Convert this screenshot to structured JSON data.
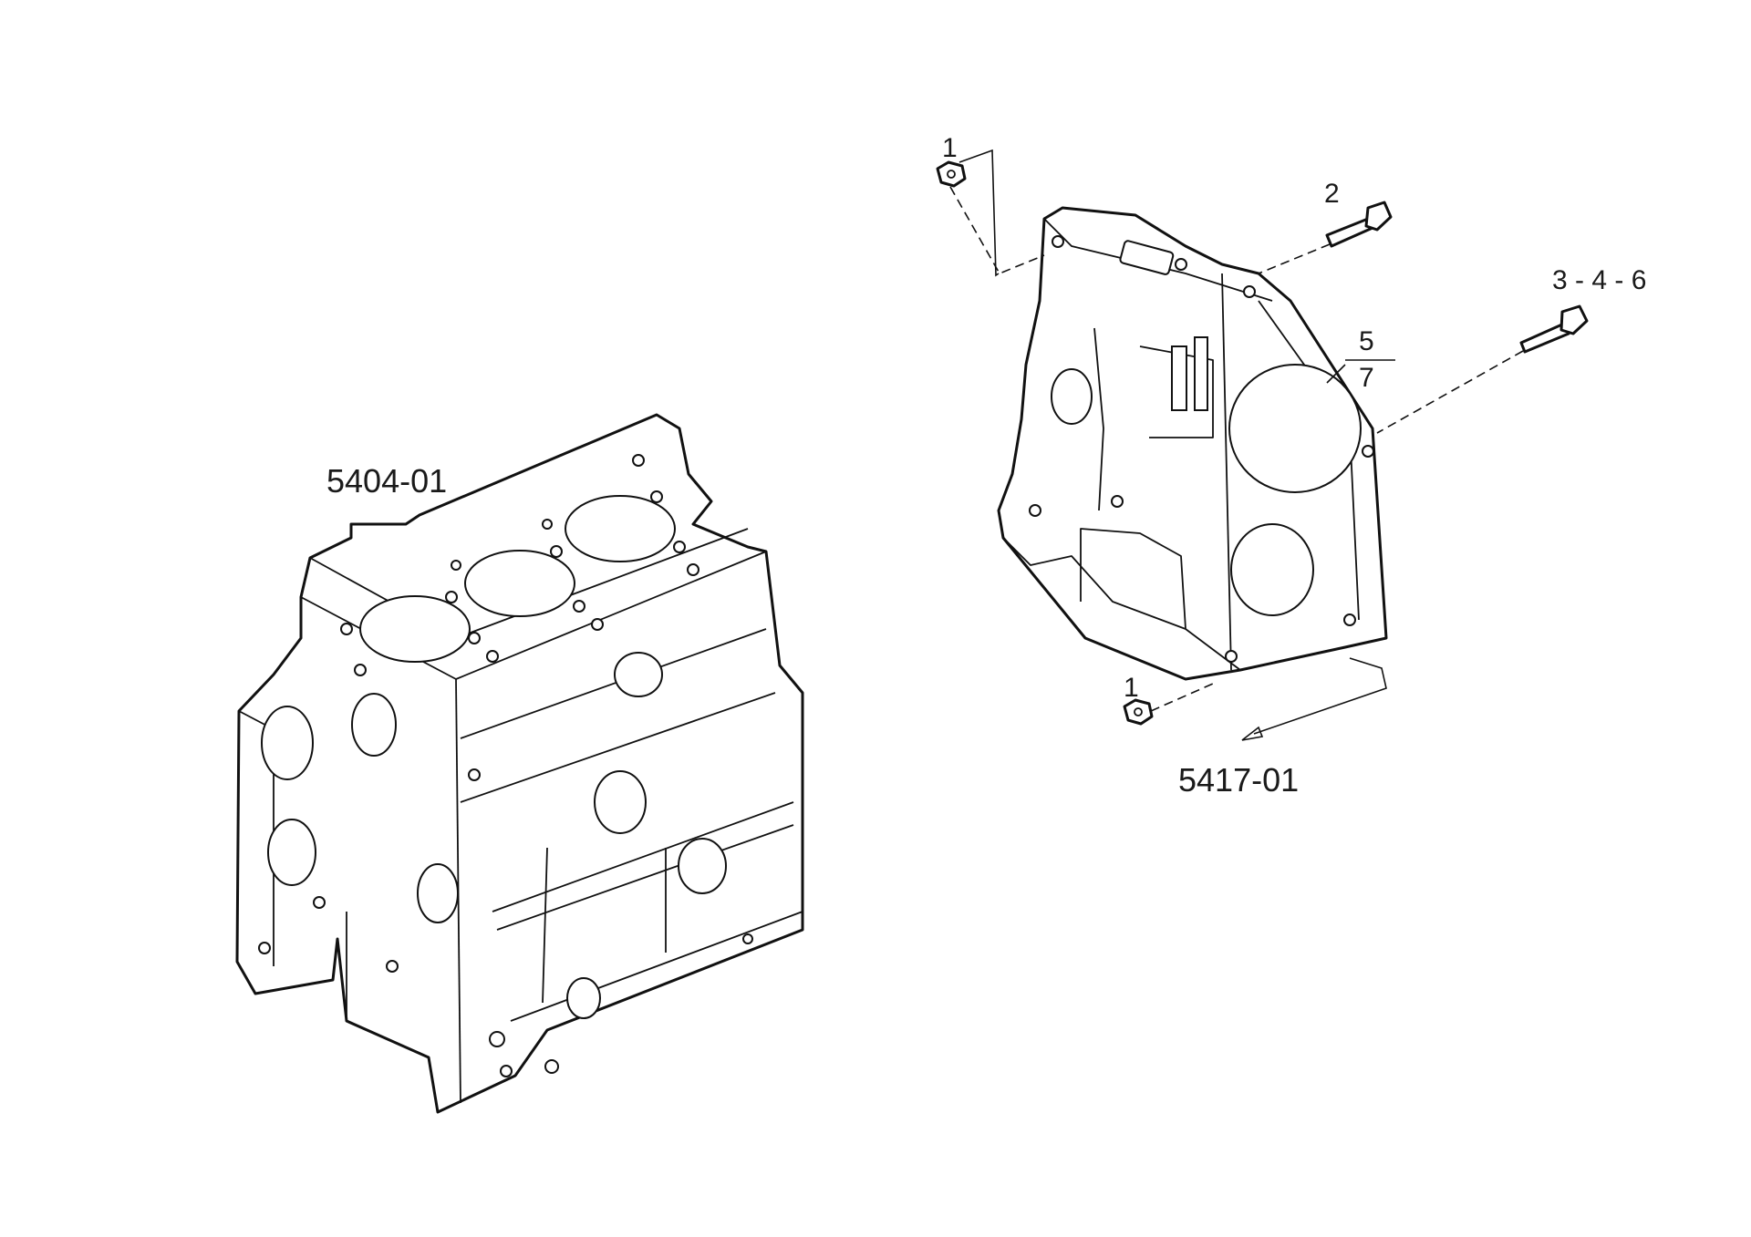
{
  "diagram": {
    "assemblies": {
      "block_ref": "5404-01",
      "plate_ref": "5417-01"
    },
    "callouts": {
      "item_top": "1",
      "item_bottom": "1",
      "item_screw": "2",
      "item_screw_group": "3 - 4 - 6",
      "fraction_top": "5",
      "fraction_bottom": "7"
    }
  }
}
